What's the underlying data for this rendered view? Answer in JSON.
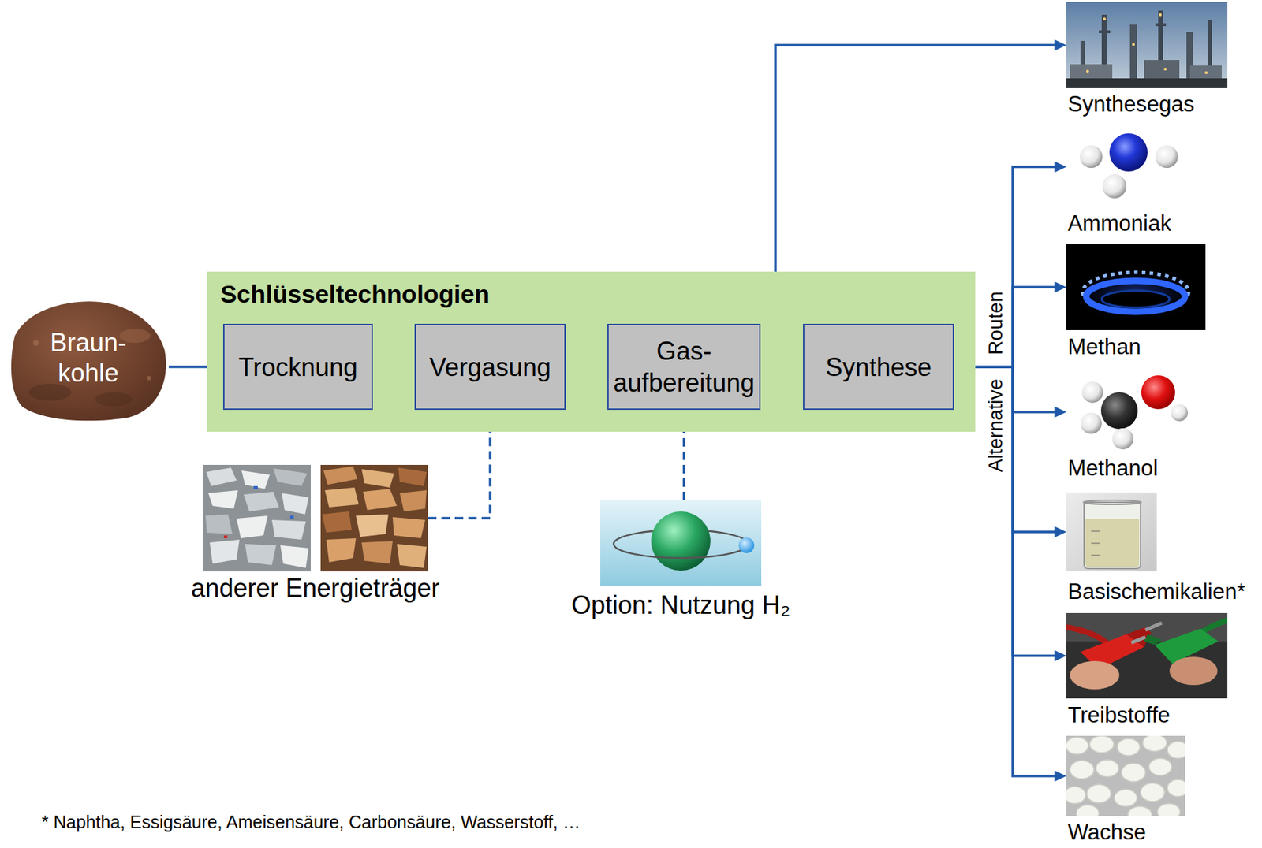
{
  "diagram": {
    "nodes": [
      {
        "text": [
          "Braun- kohle"
        ]
      },
      {
        "text": [
          "Schlüsseltechnologien"
        ]
      },
      {
        "text": [
          "Trocknung"
        ],
        "in": 1
      },
      {
        "text": [
          "Vergasung"
        ],
        "in": 1
      },
      {
        "text": [
          "Gas- aufbereitung"
        ],
        "in": 1
      },
      {
        "text": [
          "Synthese"
        ],
        "in": 1
      },
      {
        "text": [
          "anderer Energieträger"
        ]
      },
      {
        "text": [
          "Option: Nutzung H₂"
        ]
      },
      {
        "text": [
          "Synthesegas"
        ]
      },
      {
        "text": [
          "Ammoniak"
        ]
      },
      {
        "text": [
          "Methan"
        ]
      },
      {
        "text": [
          "Methanol"
        ]
      },
      {
        "text": [
          "Basischemikalien*"
        ]
      },
      {
        "text": [
          "Treibstoffe"
        ]
      },
      {
        "text": [
          "Wachse"
        ]
      }
    ],
    "edges": [
      {
        "from": 0,
        "to": 2,
        "arrow": "to"
      },
      {
        "from": 2,
        "to": 3,
        "arrow": "to"
      },
      {
        "from": 3,
        "to": 4,
        "arrow": "to"
      },
      {
        "from": 4,
        "to": 5,
        "arrow": "to"
      },
      {
        "from": 4,
        "to": 8,
        "arrow": "to"
      },
      {
        "from": 5,
        "to": 9,
        "arrow": "to"
      },
      {
        "from": 5,
        "to": 10,
        "arrow": "to"
      },
      {
        "from": 5,
        "to": 11,
        "arrow": "to"
      },
      {
        "from": 5,
        "to": 12,
        "arrow": "to"
      },
      {
        "from": 5,
        "to": 13,
        "arrow": "to"
      },
      {
        "from": 5,
        "to": 14,
        "arrow": "to"
      },
      {
        "from": 6,
        "to": 3,
        "arrow": "to"
      },
      {
        "from": 7,
        "to": 4,
        "arrow": "to"
      }
    ],
    "labels": [
      "Alternative Routen",
      "* Naphtha, Essigsäure, Ameisensäure, Carbonsäure, Wasserstoff, …"
    ]
  }
}
